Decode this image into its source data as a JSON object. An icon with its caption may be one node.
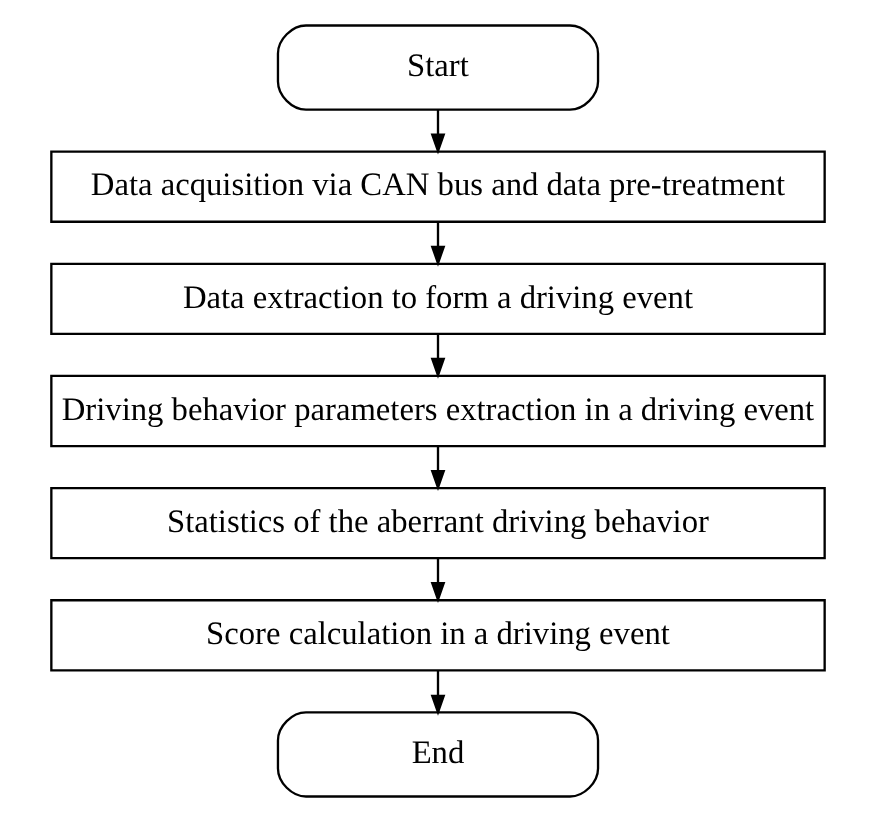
{
  "diagram": {
    "nodes": [
      {
        "text": [
          "Start"
        ]
      },
      {
        "text": [
          "Data acquisition via CAN bus and data pre-treatment"
        ]
      },
      {
        "text": [
          "Data extraction to form a driving event"
        ]
      },
      {
        "text": [
          "Driving behavior parameters extraction in a driving event"
        ]
      },
      {
        "text": [
          "Statistics of the aberrant driving behavior"
        ]
      },
      {
        "text": [
          "Score calculation in a driving event"
        ]
      },
      {
        "text": [
          "End"
        ]
      }
    ],
    "edges": [
      {
        "from": 0,
        "to": 1,
        "arrow": "to"
      },
      {
        "from": 1,
        "to": 2,
        "arrow": "to"
      },
      {
        "from": 2,
        "to": 3,
        "arrow": "to"
      },
      {
        "from": 3,
        "to": 4,
        "arrow": "to"
      },
      {
        "from": 4,
        "to": 5,
        "arrow": "to"
      },
      {
        "from": 5,
        "to": 6,
        "arrow": "to"
      }
    ]
  }
}
